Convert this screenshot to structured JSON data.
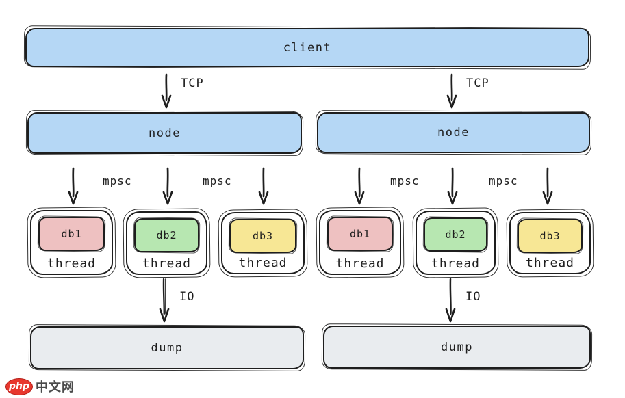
{
  "diagram": {
    "client": {
      "label": "client"
    },
    "columns": [
      {
        "tcp_label": "TCP",
        "node_label": "node",
        "mpsc_labels": [
          "mpsc",
          "mpsc"
        ],
        "threads": [
          {
            "db": "db1",
            "label": "thread",
            "color": "#eec1c1"
          },
          {
            "db": "db2",
            "label": "thread",
            "color": "#b7e7b1"
          },
          {
            "db": "db3",
            "label": "thread",
            "color": "#f7e795"
          }
        ],
        "io_label": "IO",
        "dump_label": "dump"
      },
      {
        "tcp_label": "TCP",
        "node_label": "node",
        "mpsc_labels": [
          "mpsc",
          "mpsc"
        ],
        "threads": [
          {
            "db": "db1",
            "label": "thread",
            "color": "#eec1c1"
          },
          {
            "db": "db2",
            "label": "thread",
            "color": "#b7e7b1"
          },
          {
            "db": "db3",
            "label": "thread",
            "color": "#f7e795"
          }
        ],
        "io_label": "IO",
        "dump_label": "dump"
      }
    ],
    "colors": {
      "box_blue": "#b5d7f5",
      "box_gray": "#e9ecef",
      "db1_pink": "#eec1c1",
      "db2_green": "#b7e7b1",
      "db3_yellow": "#f7e795",
      "stroke": "#1e1e1e",
      "watermark_red": "#e8372e"
    }
  },
  "watermark": {
    "logo": "php",
    "text": "中文网"
  }
}
